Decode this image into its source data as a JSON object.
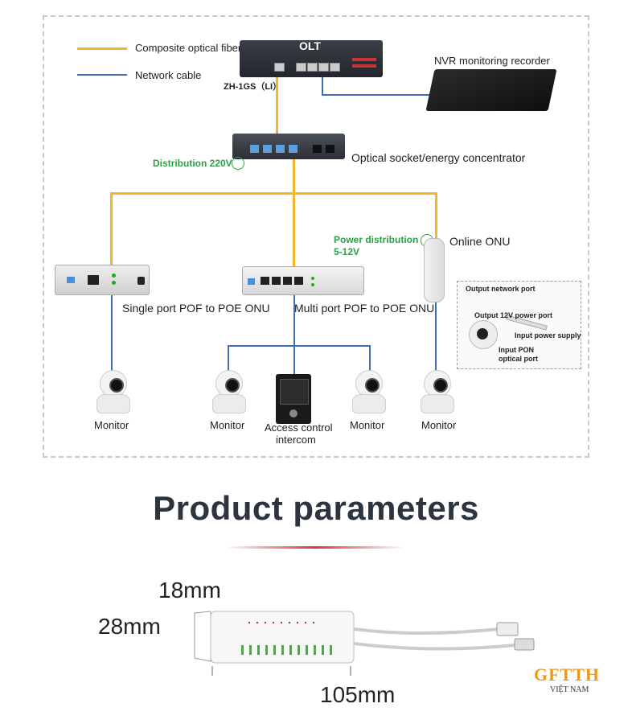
{
  "legend": {
    "fiber": "Composite optical fiber",
    "network": "Network cable"
  },
  "devices": {
    "olt_title": "OLT",
    "olt_model": "ZH-1GS（LI）",
    "nvr": "NVR monitoring recorder",
    "socket": "Optical socket/energy concentrator",
    "distribution_220": "Distribution 220V",
    "power_distribution_line1": "Power distribution",
    "power_distribution_line2": "5-12V",
    "online_onu": "Online ONU",
    "single_onu": "Single port POF to POE ONU",
    "multi_onu": "Multi port POF to POE ONU"
  },
  "inset": {
    "output_network": "Output network port",
    "output_power": "Output 12V power port",
    "input_power": "Input power supply",
    "input_pon_line1": "Input PON",
    "input_pon_line2": "optical port"
  },
  "endpoints": {
    "monitor": "Monitor",
    "access_line1": "Access control",
    "access_line2": "intercom"
  },
  "product": {
    "heading": "Product parameters",
    "dim_width": "18mm",
    "dim_height": "28mm",
    "dim_length": "105mm"
  },
  "brand": {
    "logo": "GFTTH",
    "sub": "VIỆT NAM"
  },
  "colors": {
    "fiber": "#f2b52b",
    "network": "#3f6db3",
    "green_label": "#2aa146",
    "heading": "#2c3440",
    "accent_rule": "#d9343a"
  }
}
